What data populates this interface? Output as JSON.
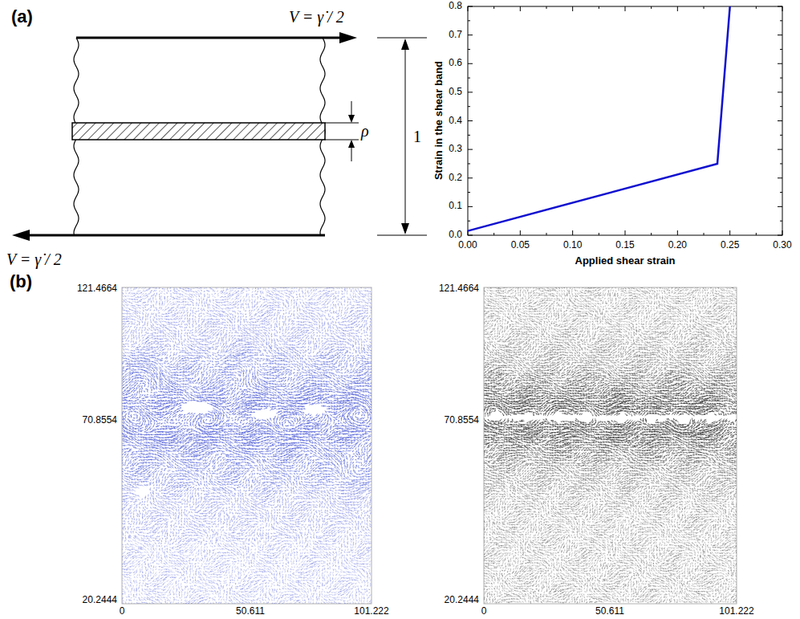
{
  "diagram": {
    "labels": [
      "(a)",
      "V = γ̇ / 2",
      "ρ",
      "1",
      "V = γ̇ / 2",
      "0.8",
      "0.7",
      "0.6",
      "0.5",
      "0.4",
      "0.3",
      "0.2",
      "0.1",
      "0.0",
      "0.00",
      "0.05",
      "0.10",
      "0.15",
      "0.20",
      "0.25",
      "0.30",
      "Strain in the shear band",
      "Applied shear strain",
      "(b)",
      "121.4664",
      "70.8554",
      "20.2444",
      "0",
      "50.611",
      "101.222",
      "121.4664",
      "70.8554",
      "20.2444",
      "0",
      "50.611",
      "101.222"
    ]
  }
}
